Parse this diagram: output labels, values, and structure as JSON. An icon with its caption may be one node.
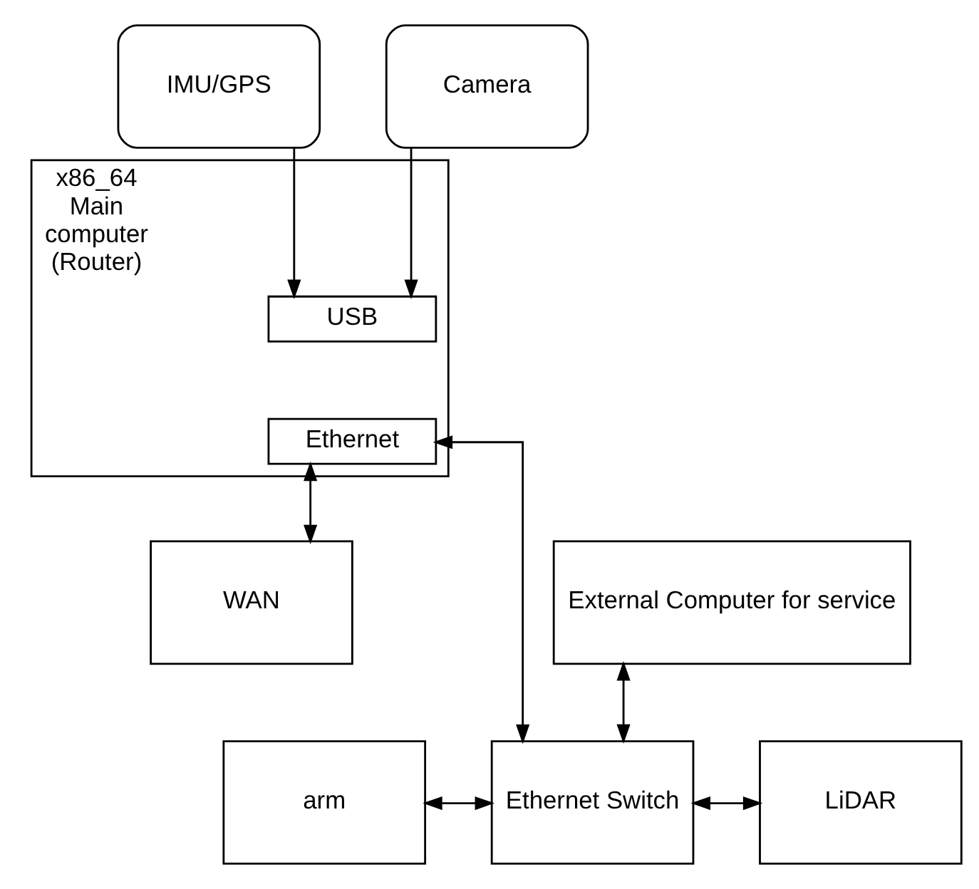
{
  "diagram": {
    "nodes": [
      {
        "text": [
          "IMU/GPS"
        ]
      },
      {
        "text": [
          "Camera"
        ]
      },
      {
        "text": [
          "x86_64 Main computer (Router)"
        ]
      },
      {
        "text": [
          "USB"
        ],
        "in": 2
      },
      {
        "text": [
          "Ethernet"
        ],
        "in": 2
      },
      {
        "text": [
          "External Computer for service"
        ]
      },
      {
        "text": [
          "WAN"
        ]
      },
      {
        "text": [
          "arm"
        ]
      },
      {
        "text": [
          "Ethernet Switch"
        ]
      },
      {
        "text": [
          "LiDAR"
        ]
      }
    ],
    "edges": [
      {
        "from": 0,
        "to": 3,
        "arrow": "to"
      },
      {
        "from": 1,
        "to": 3,
        "arrow": "to"
      },
      {
        "from": 5,
        "to": 8,
        "arrow": "both"
      },
      {
        "from": 4,
        "to": 6,
        "arrow": "both"
      },
      {
        "from": 4,
        "to": 8,
        "arrow": "both"
      },
      {
        "from": 7,
        "to": 8,
        "arrow": "both"
      },
      {
        "from": 8,
        "to": 9,
        "arrow": "both"
      }
    ]
  }
}
